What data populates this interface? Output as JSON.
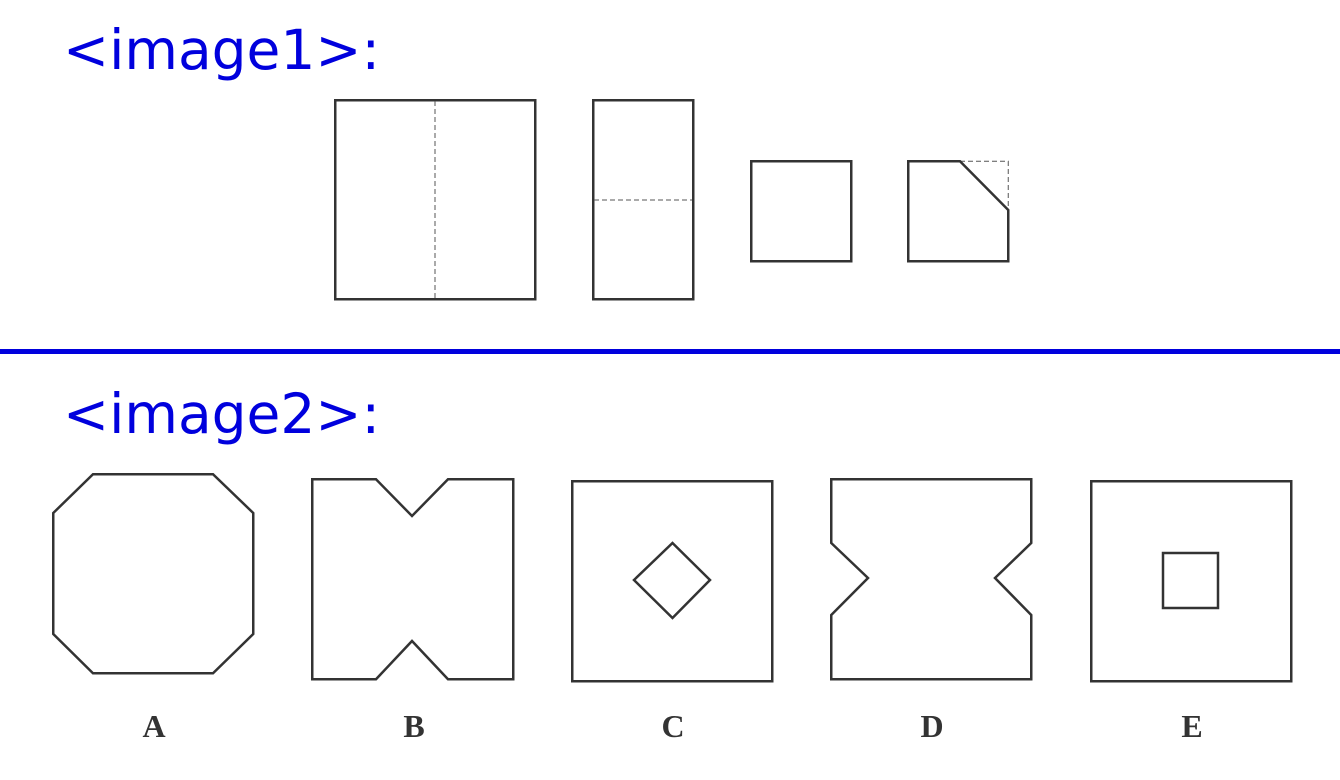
{
  "question": {
    "image1_label": "<image1>:",
    "image2_label": "<image2>:"
  },
  "folding_steps": [
    {
      "name": "unfolded-square-with-vertical-fold-line"
    },
    {
      "name": "folded-half-with-horizontal-fold-line"
    },
    {
      "name": "folded-quarter-square"
    },
    {
      "name": "quarter-square-with-corner-cut"
    }
  ],
  "options": [
    {
      "letter": "A",
      "shape": "octagon"
    },
    {
      "letter": "B",
      "shape": "square-with-top-and-bottom-notches"
    },
    {
      "letter": "C",
      "shape": "square-with-diamond-hole"
    },
    {
      "letter": "D",
      "shape": "square-with-left-and-right-notches"
    },
    {
      "letter": "E",
      "shape": "square-with-square-hole"
    }
  ],
  "colors": {
    "label_blue": "#0000dd",
    "divider_blue": "#0000dd",
    "line_gray": "#333333"
  }
}
